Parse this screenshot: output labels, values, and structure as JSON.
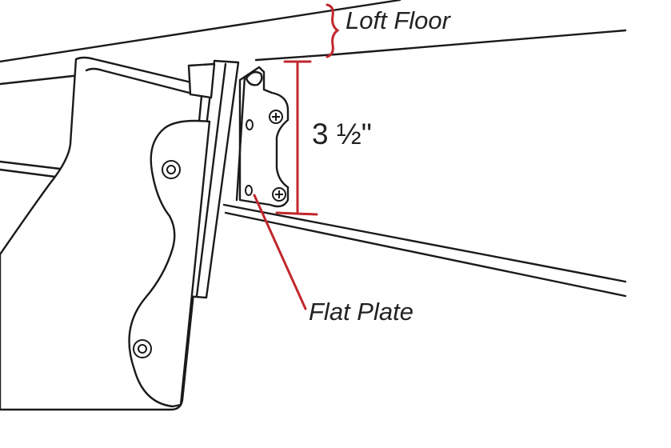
{
  "labels": {
    "loft_floor": "Loft Floor",
    "dimension": "3 ½\"",
    "flat_plate": "Flat Plate"
  },
  "colors": {
    "line": "#1a1a1a",
    "annotation": "#c1272d",
    "background": "#ffffff"
  }
}
